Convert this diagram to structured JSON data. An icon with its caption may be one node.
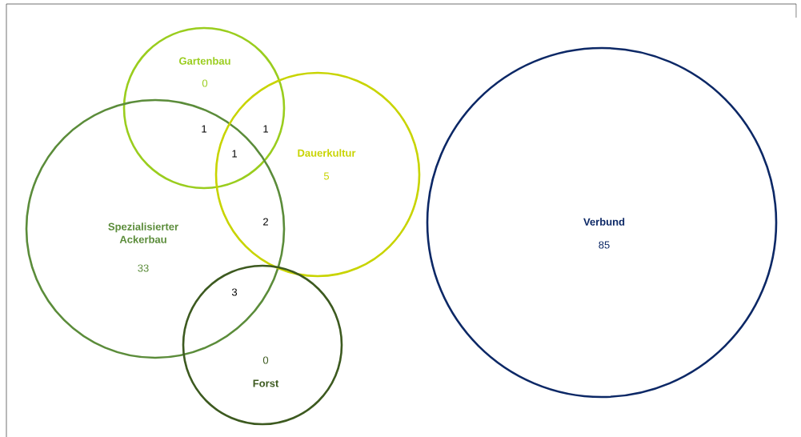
{
  "diagram": {
    "nodes": [
      {
        "text": [
          "Gartenbau",
          "0"
        ]
      },
      {
        "text": [
          "Spezialisierter Ackerbau",
          "33"
        ]
      },
      {
        "text": [
          "Dauerkultur",
          "5"
        ]
      },
      {
        "text": [
          "0",
          "Forst"
        ]
      },
      {
        "text": [
          "Verbund",
          "85"
        ]
      }
    ],
    "labels": [
      "1",
      "1",
      "1",
      "2",
      "3"
    ]
  }
}
